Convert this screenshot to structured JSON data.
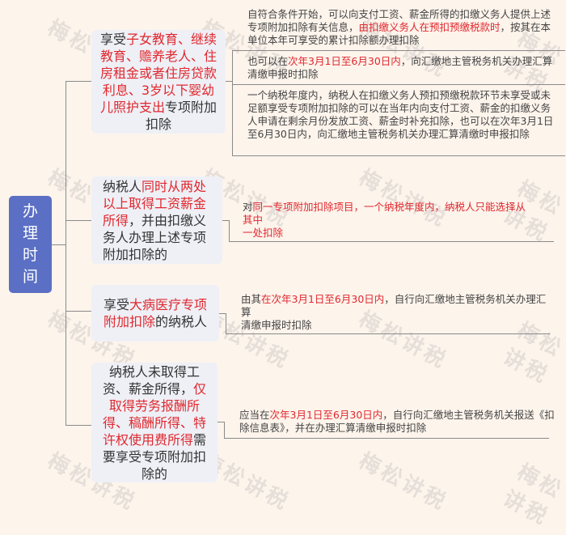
{
  "root": {
    "label": "办理时间",
    "chars": [
      "办",
      "理",
      "时",
      "间"
    ],
    "color": "#5b6fc4"
  },
  "branches": [
    {
      "parts": [
        {
          "text": "享受",
          "hl": false
        },
        {
          "text": "子女教育、继续教育、赡养老人、住房租金或者住房贷款利息、3岁以下婴幼儿照护支出",
          "hl": true
        },
        {
          "text": "专项附加扣除",
          "hl": false
        }
      ],
      "leaves": [
        {
          "parts": [
            {
              "text": "自符合条件开始，可以向支付工资、薪金所得的扣缴义务人提供上述专项附加扣除有关信息，",
              "hl": false
            },
            {
              "text": "由扣缴义务人在预扣预缴税款时",
              "hl": true
            },
            {
              "text": "，按其在本单位本年可享受的累计扣除额办理扣除",
              "hl": false
            }
          ]
        },
        {
          "parts": [
            {
              "text": "也可以在",
              "hl": false
            },
            {
              "text": "次年3月1日至6月30日内",
              "hl": true
            },
            {
              "text": "，向汇缴地主管税务机关办理汇算清缴申报时扣除",
              "hl": false
            }
          ]
        },
        {
          "parts": [
            {
              "text": "一个纳税年度内，纳税人在扣缴义务人预扣预缴税款环节未享受或未足额享受专项附加扣除的可以在当年内向支付工资、薪金的扣缴义务人申请在剩余月份发放工资、薪金时补充扣除，也可以在次年3月1日至6月30日内，向汇缴地主管税务机关办理汇算清缴时申报扣除",
              "hl": false
            }
          ]
        }
      ]
    },
    {
      "parts": [
        {
          "text": "纳税人",
          "hl": false
        },
        {
          "text": "同时从两处以上取得工资薪金所得",
          "hl": true
        },
        {
          "text": "，并由扣缴义务人办理上述专项附加扣除的",
          "hl": false
        }
      ],
      "leaves": [
        {
          "parts": [
            {
              "text": "对",
              "hl": false
            },
            {
              "text": "同一专项附加扣除项目，一个纳税年度内，纳税人只能选择从其中",
              "hl": true
            },
            {
              "text": "一处扣除",
              "hl": true
            }
          ]
        }
      ]
    },
    {
      "parts": [
        {
          "text": "享受",
          "hl": false
        },
        {
          "text": "大病医疗专项附加扣除",
          "hl": true
        },
        {
          "text": "的纳税人",
          "hl": false
        }
      ],
      "leaves": [
        {
          "parts": [
            {
              "text": "由其",
              "hl": false
            },
            {
              "text": "在次年3月1日至6月30日内",
              "hl": true
            },
            {
              "text": "，自行向汇缴地主管税务机关办理汇算",
              "hl": false
            },
            {
              "text": "清缴申报时扣除",
              "hl": false
            }
          ]
        }
      ]
    },
    {
      "parts": [
        {
          "text": "纳税人未取得工资、薪金所得，",
          "hl": false
        },
        {
          "text": "仅取得劳务报酬所得、稿酬所得、特许权使用费所得",
          "hl": true
        },
        {
          "text": "需要享受专项附加扣除的",
          "hl": false
        }
      ],
      "leaves": [
        {
          "parts": [
            {
              "text": "应当在",
              "hl": false
            },
            {
              "text": "次年3月1日至6月30日内",
              "hl": true
            },
            {
              "text": "，自行向汇缴地主管税务机关报送《扣除信息表》，并在办理汇算清缴申报时扣除",
              "hl": false
            }
          ]
        }
      ]
    }
  ],
  "watermark": "梅松讲税",
  "colors": {
    "background": "#fdf4ec",
    "highlight": "#e0282e",
    "branch_bg": "#eef0f6",
    "line": "#8a8a8a"
  }
}
